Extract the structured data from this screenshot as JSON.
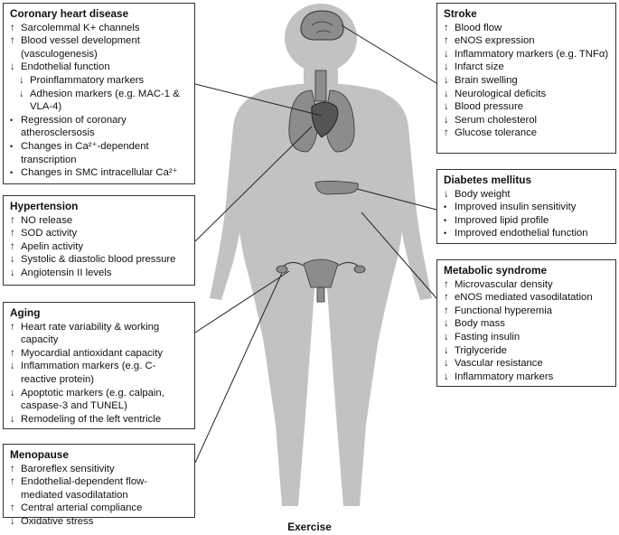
{
  "caption": "Exercise",
  "boxes": [
    {
      "id": "coronary",
      "title": "Coronary heart disease",
      "items": [
        {
          "m": "↑",
          "t": "Sarcolemmal K+ channels"
        },
        {
          "m": "↑",
          "t": "Blood vessel development (vasculogenesis)"
        },
        {
          "m": "↓",
          "t": "Endothelial function"
        },
        {
          "m": "↓",
          "t": "Proinflammatory markers",
          "indent": true
        },
        {
          "m": "↓",
          "t": "Adhesion markers (e.g. MAC-1 & VLA-4)",
          "indent": true
        },
        {
          "m": "•",
          "t": "Regression of coronary atherosclersosis"
        },
        {
          "m": "•",
          "t": "Changes in Ca²⁺-dependent transcription"
        },
        {
          "m": "•",
          "t": "Changes in SMC intracellular Ca²⁺"
        }
      ]
    },
    {
      "id": "hypertension",
      "title": "Hypertension",
      "items": [
        {
          "m": "↑",
          "t": "NO release"
        },
        {
          "m": "↑",
          "t": "SOD activity"
        },
        {
          "m": "↑",
          "t": "Apelin activity"
        },
        {
          "m": "↓",
          "t": "Systolic & diastolic blood pressure"
        },
        {
          "m": "↓",
          "t": "Angiotensin II levels"
        }
      ]
    },
    {
      "id": "aging",
      "title": "Aging",
      "items": [
        {
          "m": "↑",
          "t": "Heart rate variability & working capacity"
        },
        {
          "m": "↑",
          "t": "Myocardial antioxidant capacity"
        },
        {
          "m": "↓",
          "t": "Inflammation markers (e.g. C-reactive protein)"
        },
        {
          "m": "↓",
          "t": "Apoptotic markers (e.g. calpain, caspase-3 and TUNEL)"
        },
        {
          "m": "↓",
          "t": "Remodeling of the left ventricle"
        }
      ]
    },
    {
      "id": "menopause",
      "title": "Menopause",
      "items": [
        {
          "m": "↑",
          "t": "Baroreflex sensitivity"
        },
        {
          "m": "↑",
          "t": "Endothelial-dependent flow-mediated vasodilatation"
        },
        {
          "m": "↑",
          "t": "Central arterial compliance"
        },
        {
          "m": "↓",
          "t": "Oxidative stress"
        }
      ]
    },
    {
      "id": "stroke",
      "title": "Stroke",
      "items": [
        {
          "m": "↑",
          "t": "Blood flow"
        },
        {
          "m": "↑",
          "t": "eNOS expression"
        },
        {
          "m": "↓",
          "t": "Inflammatory markers (e.g. TNFα)"
        },
        {
          "m": "↓",
          "t": "Infarct size"
        },
        {
          "m": "↓",
          "t": "Brain swelling"
        },
        {
          "m": "↓",
          "t": "Neurological deficits"
        },
        {
          "m": "↓",
          "t": "Blood pressure"
        },
        {
          "m": "↓",
          "t": "Serum cholesterol"
        },
        {
          "m": "↑",
          "t": "Glucose tolerance"
        }
      ]
    },
    {
      "id": "diabetes",
      "title": "Diabetes mellitus",
      "items": [
        {
          "m": "↓",
          "t": "Body weight"
        },
        {
          "m": "•",
          "t": "Improved insulin sensitivity"
        },
        {
          "m": "•",
          "t": "Improved lipid profile"
        },
        {
          "m": "•",
          "t": "Improved endothelial function"
        }
      ]
    },
    {
      "id": "metabolic",
      "title": "Metabolic syndrome",
      "items": [
        {
          "m": "↑",
          "t": "Microvascular density"
        },
        {
          "m": "↑",
          "t": "eNOS mediated vasodilatation"
        },
        {
          "m": "↑",
          "t": "Functional hyperemia"
        },
        {
          "m": "↓",
          "t": "Body mass"
        },
        {
          "m": "↓",
          "t": "Fasting insulin"
        },
        {
          "m": "↓",
          "t": "Triglyceride"
        },
        {
          "m": "↓",
          "t": "Vascular resistance"
        },
        {
          "m": "↓",
          "t": "Inflammatory markers"
        }
      ]
    }
  ],
  "colors": {
    "silhouette": "#c2c2c2",
    "organ": "#8c8c8c",
    "organ_dark": "#555555",
    "line": "#222222"
  }
}
